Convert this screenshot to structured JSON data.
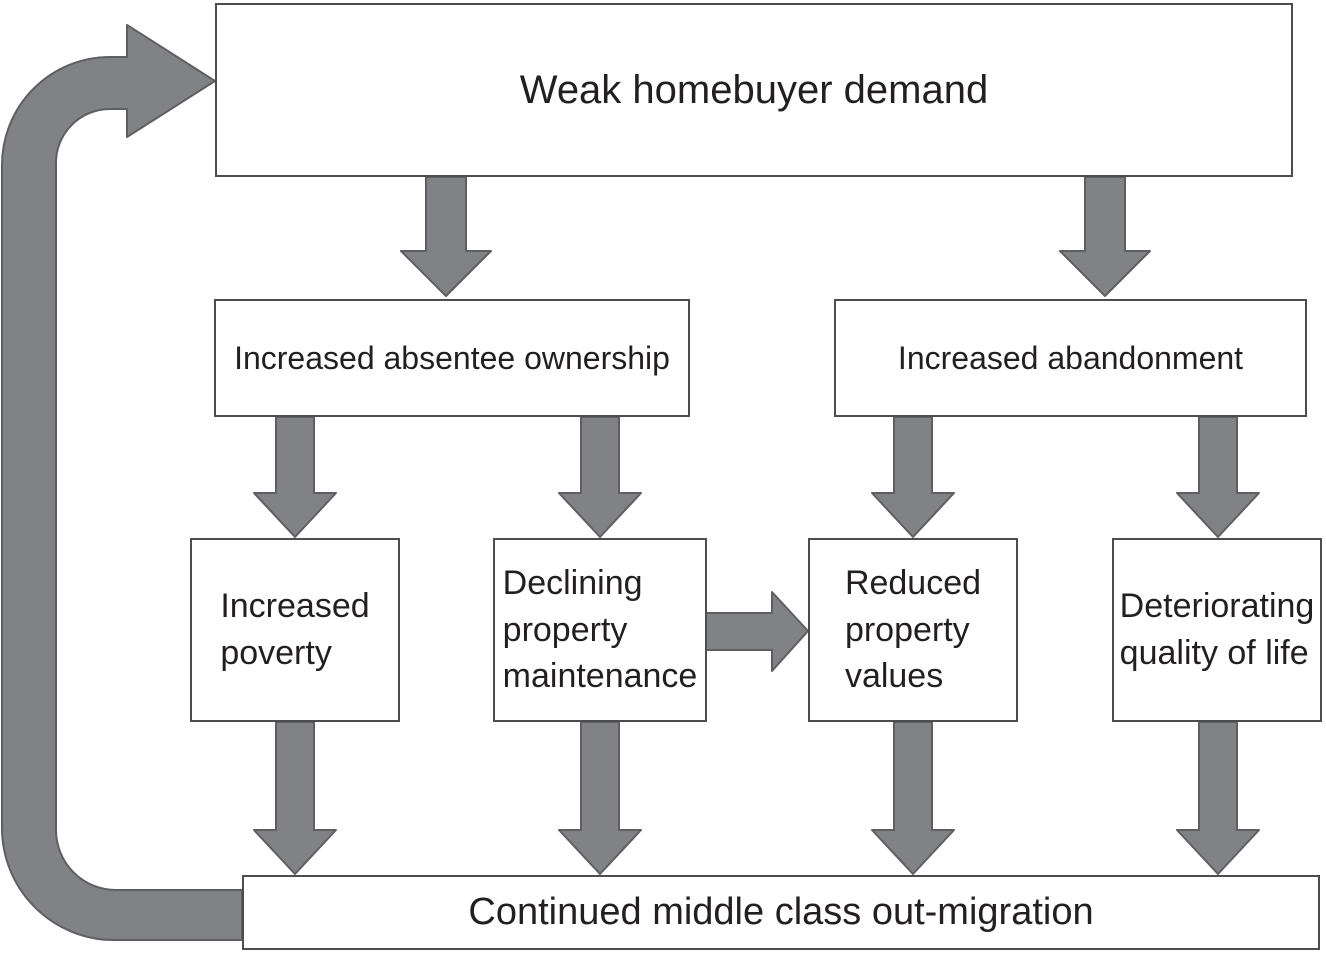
{
  "title": "Urban decline cycle flowchart",
  "nodes": {
    "weak_demand": {
      "label": "Weak homebuyer demand"
    },
    "absentee": {
      "label": "Increased absentee ownership"
    },
    "abandonment": {
      "label": "Increased abandonment"
    },
    "poverty": {
      "label": "Increased\npoverty"
    },
    "maintenance": {
      "label": "Declining\nproperty\nmaintenance"
    },
    "values": {
      "label": "Reduced\nproperty\nvalues"
    },
    "quality": {
      "label": "Deteriorating\nquality of life"
    },
    "outmigration": {
      "label": "Continued middle class out-migration"
    }
  },
  "edges": [
    {
      "from": "weak_demand",
      "to": "absentee"
    },
    {
      "from": "weak_demand",
      "to": "abandonment"
    },
    {
      "from": "absentee",
      "to": "poverty"
    },
    {
      "from": "absentee",
      "to": "maintenance"
    },
    {
      "from": "abandonment",
      "to": "values"
    },
    {
      "from": "abandonment",
      "to": "quality"
    },
    {
      "from": "maintenance",
      "to": "values"
    },
    {
      "from": "poverty",
      "to": "outmigration"
    },
    {
      "from": "maintenance",
      "to": "outmigration"
    },
    {
      "from": "values",
      "to": "outmigration"
    },
    {
      "from": "quality",
      "to": "outmigration"
    },
    {
      "from": "outmigration",
      "to": "weak_demand",
      "type": "feedback-loop"
    }
  ],
  "colors": {
    "arrow_fill": "#808285",
    "arrow_stroke": "#5f5f62",
    "box_border": "#4d4d4f",
    "box_fill": "#ffffff",
    "text": "#231f20",
    "background": "#ffffff"
  }
}
